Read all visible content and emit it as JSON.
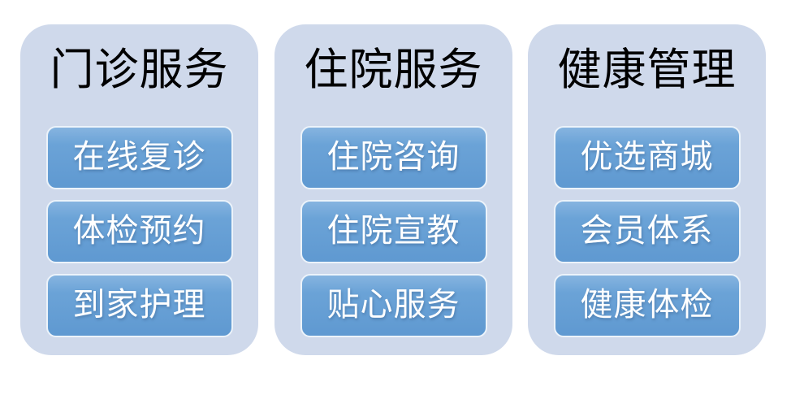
{
  "canvas": {
    "background": "#ffffff"
  },
  "colors": {
    "panel_background": "#cfd9eb",
    "button_background_top": "#86b4e0",
    "button_background_bottom": "#5f99d1",
    "button_border": "#ecf3fa",
    "title_text": "#000000",
    "button_text": "#ffffff"
  },
  "columns": [
    {
      "title": "门诊服务",
      "items": [
        "在线复诊",
        "体检预约",
        "到家护理"
      ]
    },
    {
      "title": "住院服务",
      "items": [
        "住院咨询",
        "住院宣教",
        "贴心服务"
      ]
    },
    {
      "title": "健康管理",
      "items": [
        "优选商城",
        "会员体系",
        "健康体检"
      ]
    }
  ]
}
